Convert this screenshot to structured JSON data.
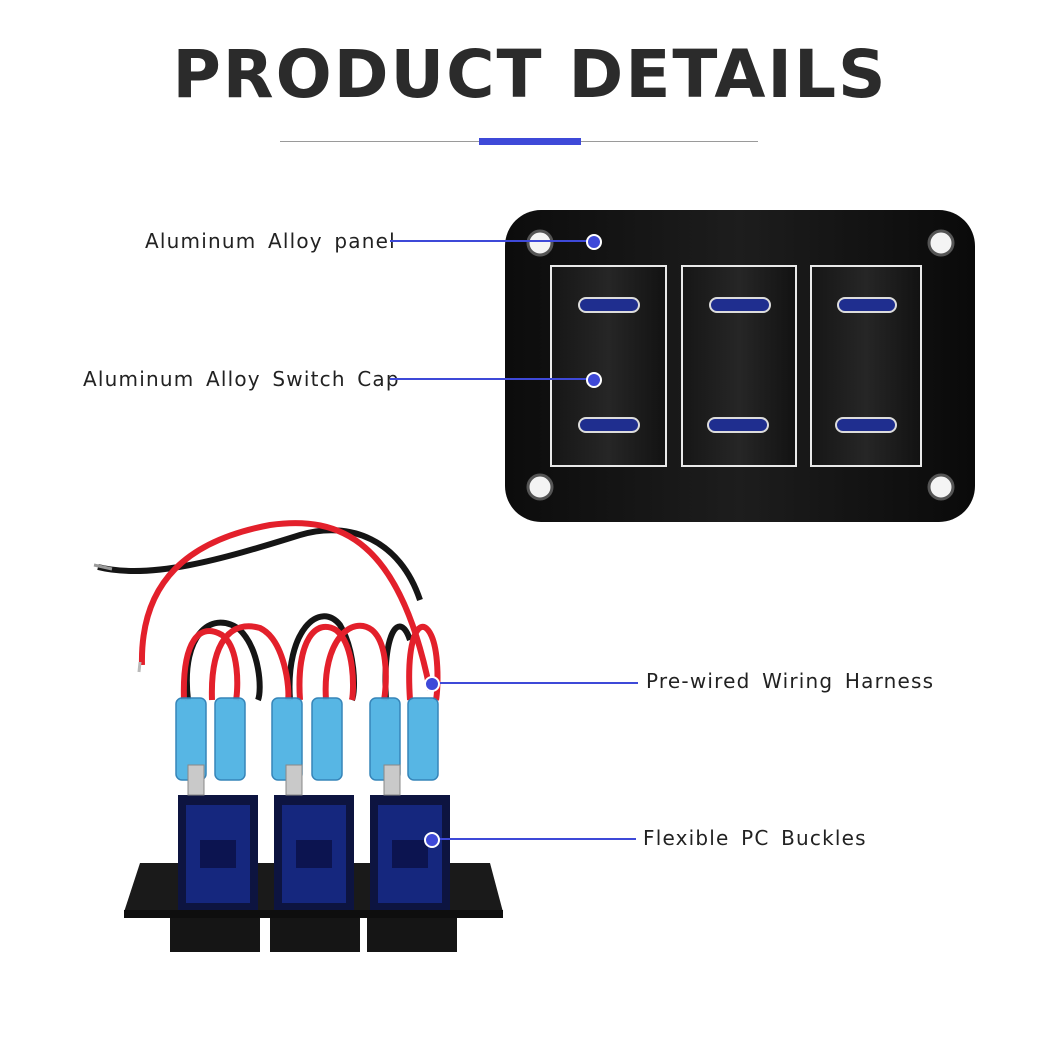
{
  "header": {
    "title": "PRODUCT DETAILS"
  },
  "colors": {
    "accent": "#3e49d8",
    "panel": "#111111",
    "wire_red": "#e3202b",
    "wire_black": "#151515",
    "insulator_blue": "#4fb3e3"
  },
  "callouts": [
    {
      "id": "panel",
      "label": "Aluminum Alloy panel",
      "icon": "callout-dot-icon"
    },
    {
      "id": "switch-cap",
      "label": "Aluminum Alloy Switch Cap",
      "icon": "callout-dot-icon"
    },
    {
      "id": "wiring",
      "label": "Pre-wired Wiring Harness",
      "icon": "callout-dot-icon"
    },
    {
      "id": "buckles",
      "label": "Flexible PC Buckles",
      "icon": "callout-dot-icon"
    }
  ]
}
